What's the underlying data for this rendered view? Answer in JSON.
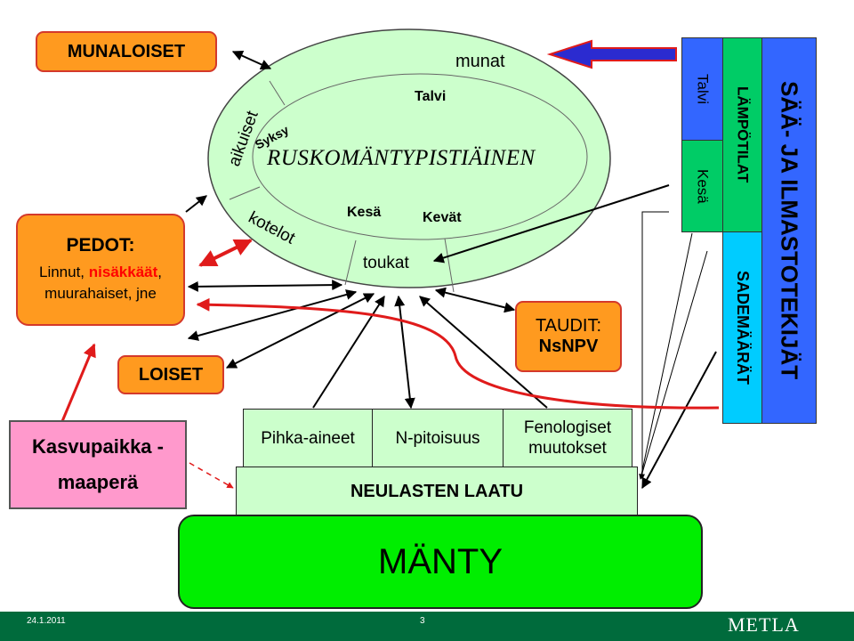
{
  "ellipse": {
    "center_label": "RUSKOMÄNTYPISTIÄINEN",
    "stages": {
      "eggs": "munat",
      "adults": "aikuiset",
      "pupae": "kotelot",
      "larvae": "toukat"
    },
    "seasons": {
      "winter": "Talvi",
      "autumn": "Syksy",
      "summer": "Kesä",
      "spring": "Kevät"
    }
  },
  "boxes": {
    "egg_parasitoids": "MUNALOISET",
    "predators_title": "PEDOT:",
    "predators_line1_a": "Linnut,",
    "predators_line1_b": "nisäkkäät",
    "predators_line1_c": ",",
    "predators_line2": "muurahaiset, jne",
    "parasitoids": "LOISET",
    "diseases_title": "TAUDIT:",
    "diseases_name": "NsNPV",
    "site_line1": "Kasvupaikka -",
    "site_line2": "maaperä"
  },
  "weather": {
    "title": "SÄÄ- JA ILMASTOTEKIJÄT",
    "temperatures": "LÄMPÖTILAT",
    "winter": "Talvi",
    "summer": "Kesä",
    "precipitation": "SADEMÄÄRÄT"
  },
  "needle": {
    "resin": "Pihka-aineet",
    "nitrogen": "N-pitoisuus",
    "phenology_1": "Fenologiset",
    "phenology_2": "muutokset",
    "quality": "NEULASTEN LAATU"
  },
  "pine": "MÄNTY",
  "footer": {
    "date": "24.1.2011",
    "page": "3",
    "logo": "METLA"
  },
  "colors": {
    "orange": "#ff9a1f",
    "pink": "#ff99cc",
    "light_green": "#ccffcc",
    "bright_green": "#00ee00",
    "blue": "#3366ff",
    "cyan": "#00ccff",
    "dark_green": "#006b3c",
    "red": "#e01b1b"
  }
}
